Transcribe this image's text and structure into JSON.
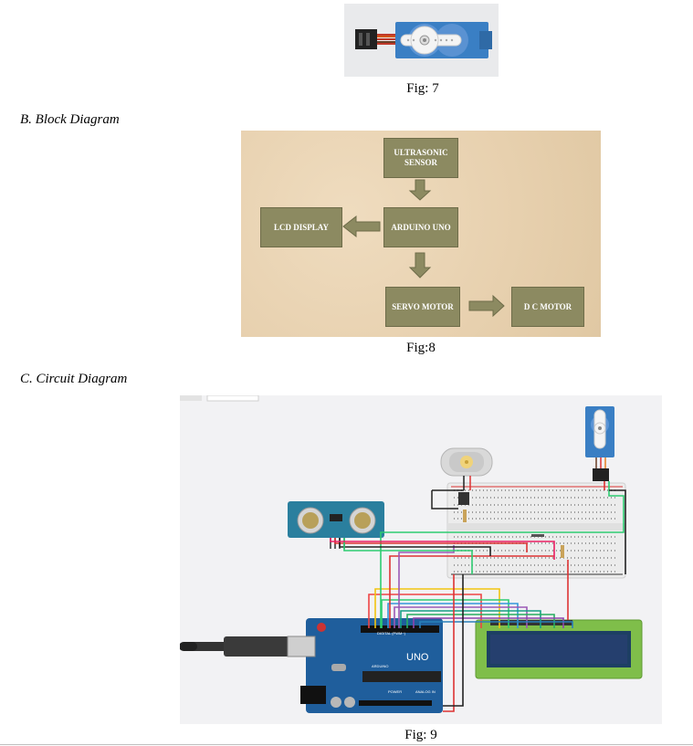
{
  "figures": {
    "fig7_caption": "Fig: 7",
    "fig8_caption": "Fig:8",
    "fig9_caption": "Fig: 9"
  },
  "sections": {
    "block_heading": "B.  Block Diagram",
    "circuit_heading": "C.  Circuit Diagram"
  },
  "block_diagram": {
    "ultrasonic_sensor": "ULTRASONIC SENSOR",
    "arduino_uno": "ARDUINO UNO",
    "lcd_display": "LCD DISPLAY",
    "servo_motor": "SERVO MOTOR",
    "dc_motor": "D C  MOTOR"
  },
  "circuit_labels": {
    "uno": "UNO",
    "arduino": "ARDUINO",
    "digital": "DIGITAL (PWM~)",
    "power": "POWER",
    "analog": "ANALOG IN"
  },
  "colors": {
    "block_fill": "#8c8a61",
    "diagram_bg": "#e7d0ae",
    "arduino_blue": "#1f5e9c",
    "lcd_green": "#7fbe4a",
    "servo_blue": "#3a7fc4"
  }
}
